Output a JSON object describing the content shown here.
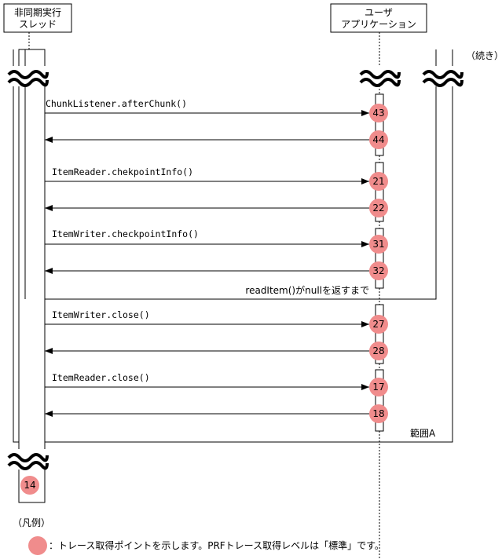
{
  "participants": {
    "left": [
      "非同期実行",
      "スレッド"
    ],
    "right": [
      "ユーザ",
      "アプリケーション"
    ]
  },
  "continued_note": "（続き）",
  "messages": [
    {
      "label": "ChunkListener.afterChunk()",
      "call_point": "43",
      "return_point": "44"
    },
    {
      "label": "ItemReader.chekpointInfo()",
      "call_point": "21",
      "return_point": "22"
    },
    {
      "label": "ItemWriter.checkpointInfo()",
      "call_point": "31",
      "return_point": "32"
    },
    {
      "label": "ItemWriter.close()",
      "call_point": "27",
      "return_point": "28"
    },
    {
      "label": "ItemReader.close()",
      "call_point": "17",
      "return_point": "18"
    }
  ],
  "loop_label": "readItem()がnullを返すまで",
  "range_label": "範囲A",
  "thread_point": "14",
  "legend": {
    "title": "（凡例）",
    "text": "：トレース取得ポイントを示します。PRFトレース取得レベルは「標準」です。"
  },
  "colors": {
    "trace_point": "#f08c8c",
    "line": "#000000"
  }
}
